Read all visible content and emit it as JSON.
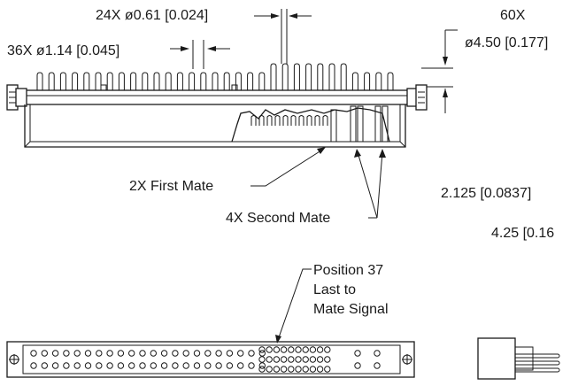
{
  "dimensions": {
    "small_pin": "24X ø0.61 [0.024]",
    "large_pin": "36X ø1.14 [0.045]",
    "count_60": "60X",
    "height": "ø4.50 [0.177]",
    "pitch": "2.125 [0.0837]",
    "row_spacing": "4.25 [0.16"
  },
  "callouts": {
    "first_mate": "2X First Mate",
    "second_mate": "4X Second Mate",
    "position_line1": "Position 37",
    "position_line2": "Last to",
    "position_line3": "Mate Signal"
  },
  "colors": {
    "ink": "#1a1a1a",
    "paper": "#ffffff"
  }
}
